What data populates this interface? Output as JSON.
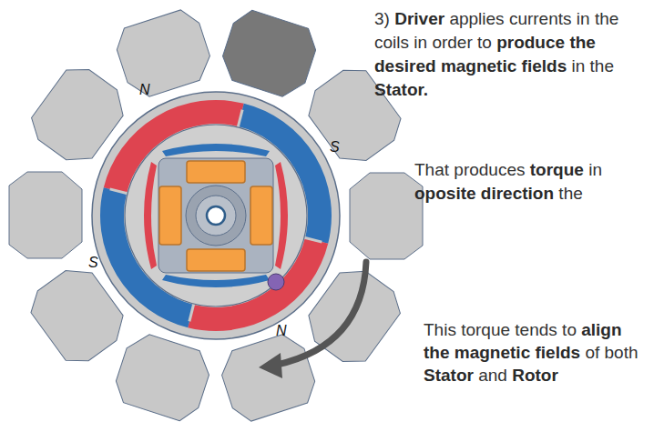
{
  "diagram": {
    "labels": [
      "3) Driver applies currents in the coils in order to produce the desired magnetic fields in the Stator.",
      "N",
      "S",
      "That produces torque in oposite direction the",
      "S",
      "N",
      "This torque tends to align the magnetic fields of both Stator and Rotor"
    ]
  }
}
